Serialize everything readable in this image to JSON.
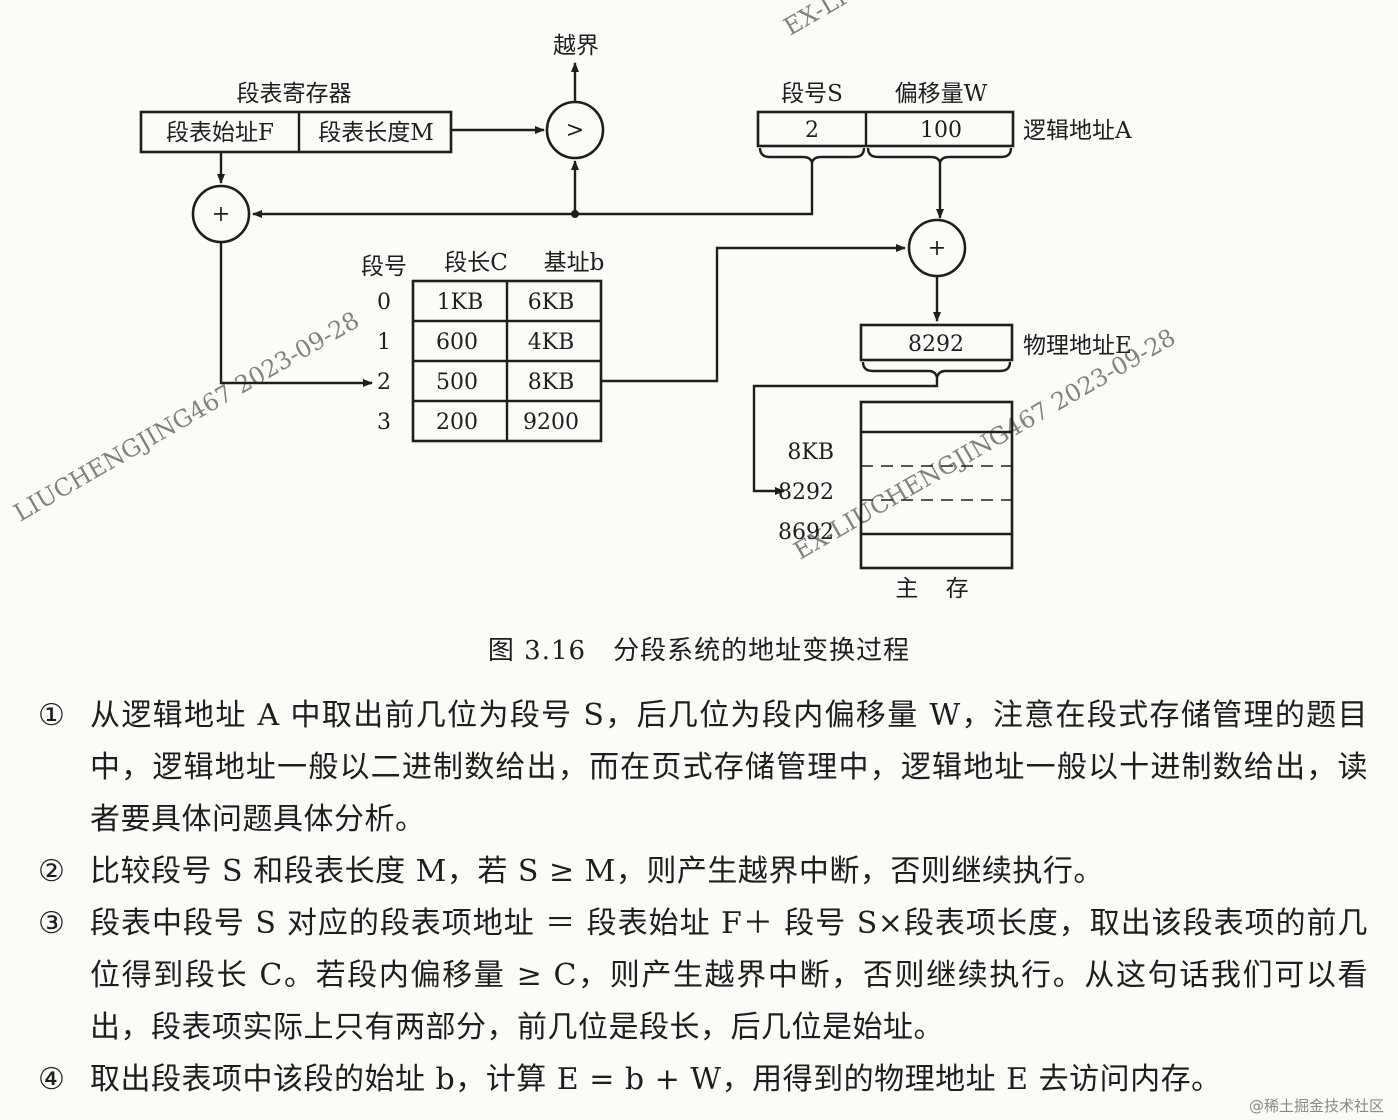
{
  "diagram": {
    "overflow_label": "越界",
    "register_title": "段表寄存器",
    "reg_start": "段表始址F",
    "reg_length": "段表长度M",
    "compare_op": ">",
    "adder_op": "+",
    "seg_no_label": "段号S",
    "offset_label": "偏移量W",
    "seg_no_value": "2",
    "offset_value": "100",
    "logical_addr_label": "逻辑地址A",
    "table": {
      "headers": [
        "段号",
        "段长C",
        "基址b"
      ],
      "rows": [
        {
          "no": "0",
          "len": "1KB",
          "base": "6KB"
        },
        {
          "no": "1",
          "len": "600",
          "base": "4KB"
        },
        {
          "no": "2",
          "len": "500",
          "base": "8KB"
        },
        {
          "no": "3",
          "len": "200",
          "base": "9200"
        }
      ]
    },
    "physical_value": "8292",
    "physical_addr_label": "物理地址E",
    "mem_marks": [
      "8KB",
      "8292",
      "8692"
    ],
    "mem_label": "主 存"
  },
  "caption": "图 3.16　分段系统的地址变换过程",
  "steps": [
    {
      "num": "①",
      "text": "从逻辑地址 A 中取出前几位为段号 S，后几位为段内偏移量 W，注意在段式存储管理的题目中，逻辑地址一般以二进制数给出，而在页式存储管理中，逻辑地址一般以十进制数给出，读者要具体问题具体分析。"
    },
    {
      "num": "②",
      "text": "比较段号 S 和段表长度 M，若 S ≥ M，则产生越界中断，否则继续执行。"
    },
    {
      "num": "③",
      "text": "段表中段号 S 对应的段表项地址 ＝ 段表始址 F＋ 段号 S×段表项长度，取出该段表项的前几位得到段长 C。若段内偏移量 ≥ C，则产生越界中断，否则继续执行。从这句话我们可以看出，段表项实际上只有两部分，前几位是段长，后几位是始址。"
    },
    {
      "num": "④",
      "text": "取出段表项中该段的始址 b，计算 E = b + W，用得到的物理地址 E 去访问内存。"
    }
  ],
  "watermarks": [
    "LIUCHENGJING467 2023-09-28",
    "EX-LIUCHENGJING467 2023-09-28",
    "EX-LI"
  ],
  "credit": "@稀土掘金技术社区"
}
